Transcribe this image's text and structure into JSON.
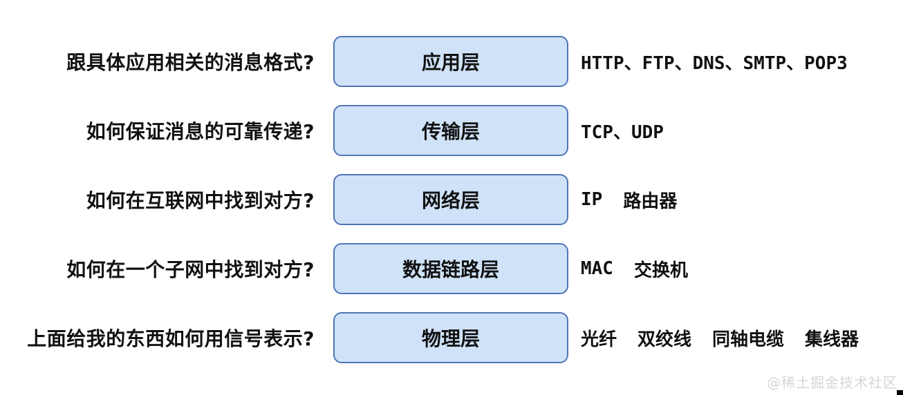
{
  "diagram": {
    "rows": [
      {
        "question": "跟具体应用相关的消息格式?",
        "layer": "应用层",
        "tech": [
          "HTTP、FTP、DNS、SMTP、POP3"
        ]
      },
      {
        "question": "如何保证消息的可靠传递?",
        "layer": "传输层",
        "tech": [
          "TCP、UDP"
        ]
      },
      {
        "question": "如何在互联网中找到对方?",
        "layer": "网络层",
        "tech": [
          "IP",
          "路由器"
        ]
      },
      {
        "question": "如何在一个子网中找到对方?",
        "layer": "数据链路层",
        "tech": [
          "MAC",
          "交换机"
        ]
      },
      {
        "question": "上面给我的东西如何用信号表示?",
        "layer": "物理层",
        "tech": [
          "光纤",
          "双绞线",
          "同轴电缆",
          "集线器"
        ]
      }
    ],
    "watermark": "@稀土掘金技术社区",
    "colors": {
      "box_fill": "#cfe2f8",
      "box_border": "#4f74b8"
    }
  }
}
